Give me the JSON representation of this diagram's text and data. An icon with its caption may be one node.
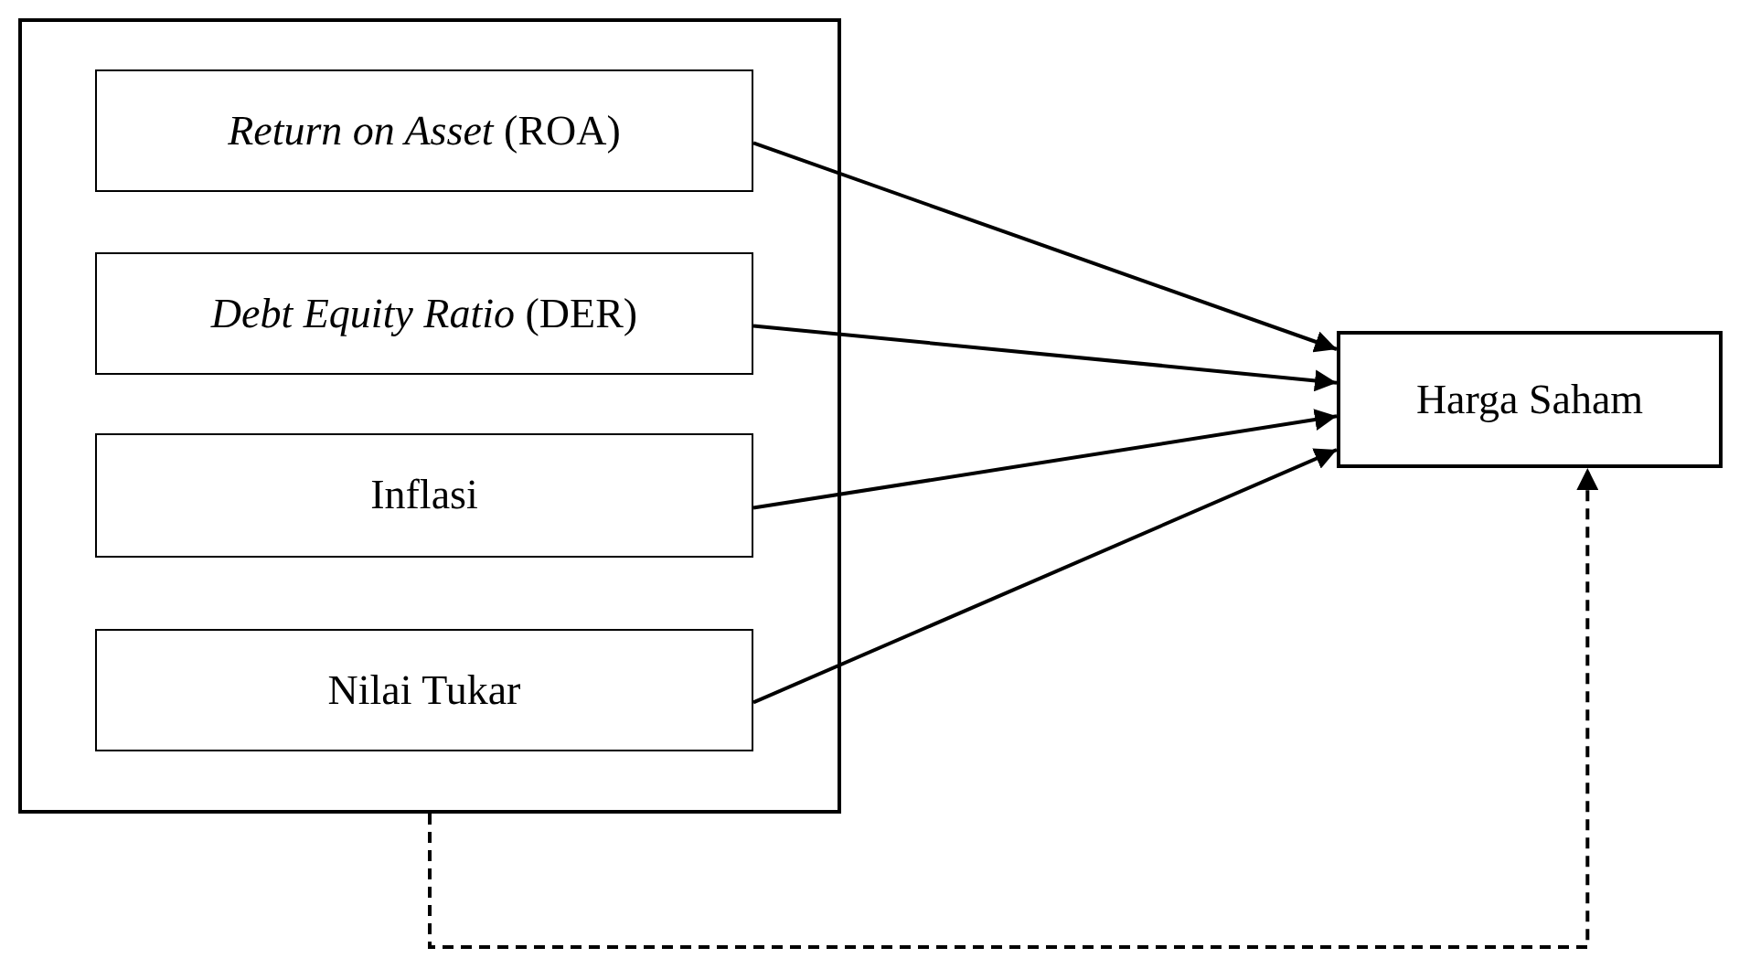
{
  "diagram": {
    "nodes": [
      {
        "text": [],
        "shape": "box"
      },
      {
        "text": [
          "*Return on Asset* (ROA)"
        ],
        "in": 0
      },
      {
        "text": [
          "*Debt Equity Ratio* (DER)"
        ],
        "in": 0
      },
      {
        "text": [
          "Inflasi"
        ],
        "in": 0
      },
      {
        "text": [
          "Nilai Tukar"
        ],
        "in": 0
      },
      {
        "text": [
          "Harga Saham"
        ]
      }
    ],
    "edges": [
      {
        "from": 1,
        "to": 5,
        "arrow": "to"
      },
      {
        "from": 2,
        "to": 5,
        "arrow": "to"
      },
      {
        "from": 3,
        "to": 5,
        "arrow": "to"
      },
      {
        "from": 4,
        "to": 5,
        "arrow": "to"
      },
      {
        "from": 0,
        "to": 5,
        "arrow": "to",
        "style": "dashed"
      }
    ]
  }
}
